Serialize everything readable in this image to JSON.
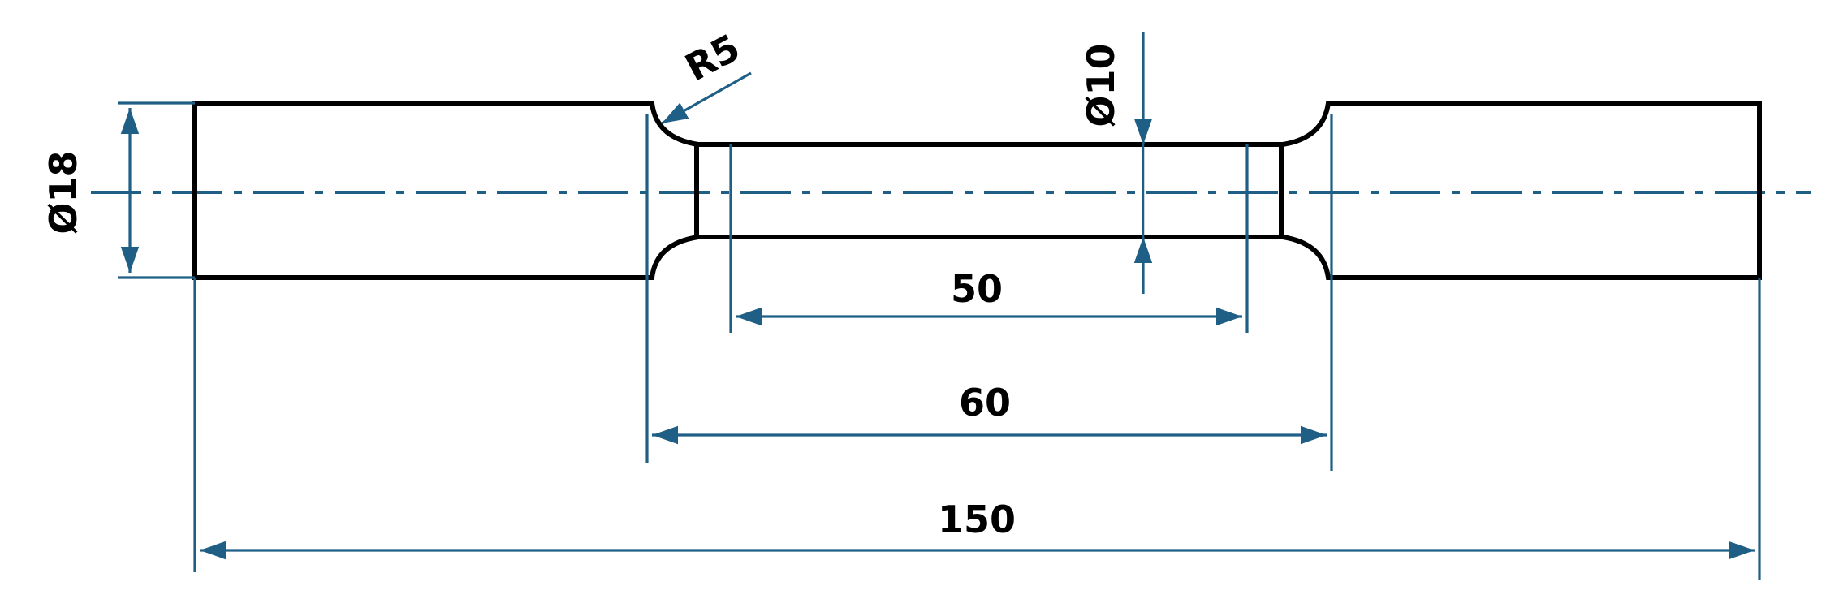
{
  "drawing": {
    "labels": {
      "overall_length": "150",
      "neck_length": "60",
      "gauge_length": "50",
      "end_diameter": "Ø18",
      "gauge_diameter": "Ø10",
      "fillet_radius": "R5"
    },
    "colors": {
      "outline": "#000000",
      "dimension": "#1f5f86"
    }
  }
}
